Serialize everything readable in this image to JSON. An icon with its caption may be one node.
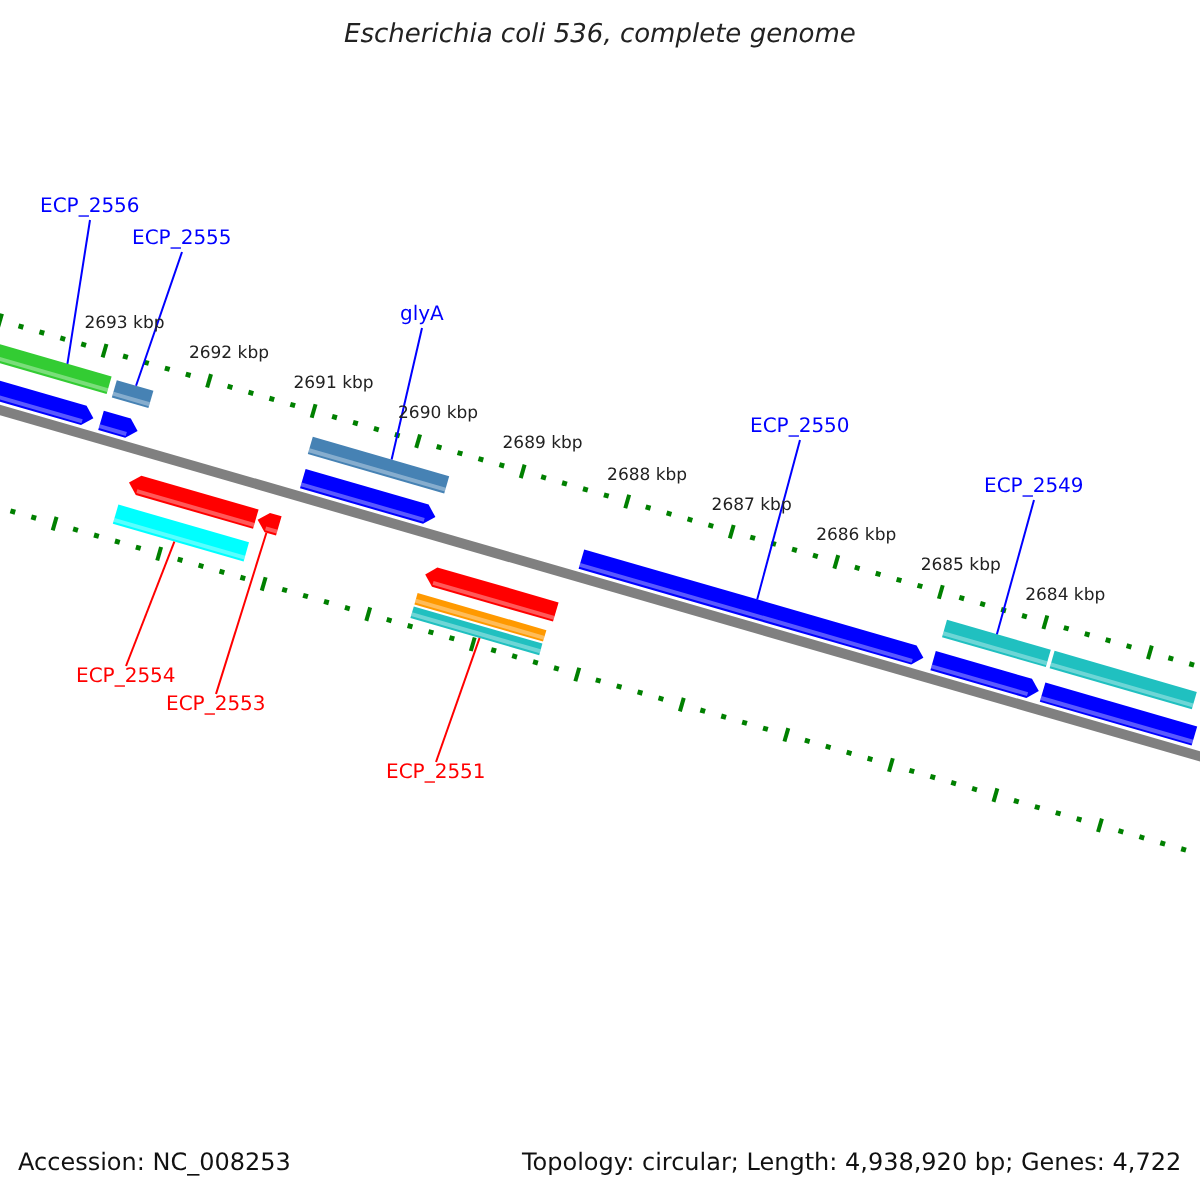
{
  "diagram": {
    "title": "Escherichia coli 536, complete genome",
    "nodes": [
      {
        "text": [
          "ECP_2556"
        ]
      },
      {
        "text": [
          "ECP_2555"
        ]
      },
      {
        "text": [
          "glyA"
        ]
      },
      {
        "text": [
          "ECP_2550"
        ]
      },
      {
        "text": [
          "ECP_2549"
        ]
      },
      {
        "text": [
          "ECP_2554"
        ]
      },
      {
        "text": [
          "ECP_2553"
        ]
      },
      {
        "text": [
          "ECP_2551"
        ]
      },
      {
        "text": [],
        "shape": "bar"
      },
      {
        "text": [],
        "shape": "bar"
      },
      {
        "text": [],
        "shape": "bar"
      },
      {
        "text": [],
        "shape": "bar"
      },
      {
        "text": [],
        "shape": "bar"
      },
      {
        "text": [],
        "shape": "bar"
      },
      {
        "text": [],
        "shape": "bar"
      },
      {
        "text": [],
        "shape": "bar"
      },
      {
        "text": [],
        "shape": "bar"
      },
      {
        "text": [],
        "shape": "bar"
      },
      {
        "text": [],
        "shape": "bar"
      },
      {
        "text": [],
        "shape": "bar"
      },
      {
        "text": [],
        "shape": "bar"
      },
      {
        "text": [],
        "shape": "bar"
      },
      {
        "text": [],
        "shape": "bar"
      },
      {
        "text": [],
        "shape": "bar"
      },
      {
        "text": [],
        "shape": "bar"
      }
    ],
    "edges": [
      {
        "from": 0,
        "to": 8,
        "arrow": "none"
      },
      {
        "from": 1,
        "to": 11,
        "arrow": "none"
      },
      {
        "from": 5,
        "to": 12,
        "arrow": "none",
        "color": "#ff0000"
      },
      {
        "from": 6,
        "to": 14,
        "arrow": "none",
        "color": "#ff0000"
      },
      {
        "from": 2,
        "to": 15,
        "arrow": "none"
      },
      {
        "from": 7,
        "to": 18,
        "arrow": "none",
        "color": "#ff0000"
      },
      {
        "from": 3,
        "to": 20,
        "arrow": "none"
      },
      {
        "from": 4,
        "to": 22,
        "arrow": "none"
      }
    ],
    "labels": [
      "2693 kbp",
      "2692 kbp",
      "2691 kbp",
      "2690 kbp",
      "2689 kbp",
      "2688 kbp",
      "2687 kbp",
      "2686 kbp",
      "2685 kbp",
      "2684 kbp",
      "Accession: NC_008253",
      "Topology: circular; Length: 4,938,920 bp; Genes: 4,722"
    ]
  }
}
